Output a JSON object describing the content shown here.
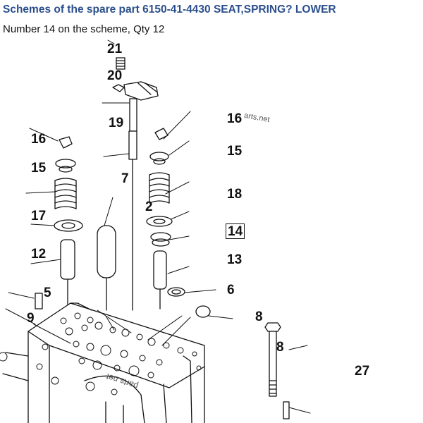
{
  "header": {
    "title": "Schemes of the spare part 6150-41-4430 SEAT,SPRING? LOWER",
    "subtitle": "Number 14 on the scheme, Qty 12"
  },
  "scheme": {
    "callouts": {
      "c21": "21",
      "c20": "20",
      "c19": "19",
      "c16a": "16",
      "c16b": "16",
      "c15a": "15",
      "c15b": "15",
      "c7": "7",
      "c18": "18",
      "c2": "2",
      "c17": "17",
      "c14": "14",
      "c12": "12",
      "c13": "13",
      "c5": "5",
      "c6": "6",
      "c9": "9",
      "c8a": "8",
      "c8b": "8",
      "c27": "27"
    },
    "highlighted_callout": "14",
    "watermarks": {
      "top": "arts.net",
      "bottom": "parts.net"
    }
  }
}
